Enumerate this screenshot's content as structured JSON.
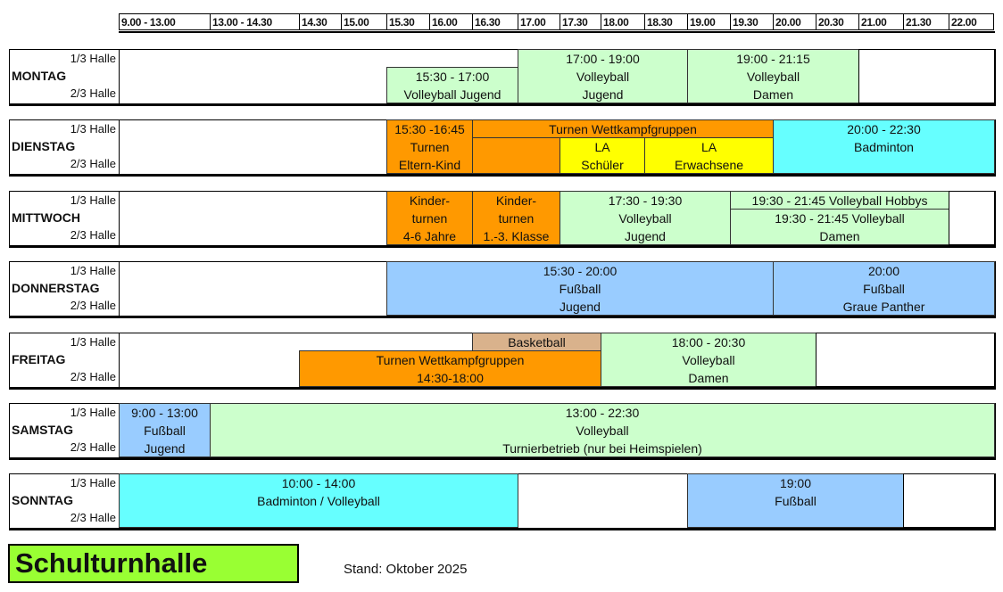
{
  "header": {
    "time_slots": [
      "9.00 - 13.00",
      "13.00 - 14.30",
      "14.30",
      "15.00",
      "15.30",
      "16.00",
      "16.30",
      "17.00",
      "17.30",
      "18.00",
      "18.30",
      "19.00",
      "19.30",
      "20.00",
      "20.30",
      "21.00",
      "21.30",
      "22.00"
    ]
  },
  "slot_labels": {
    "upper": "1/3 Halle",
    "lower": "2/3 Halle"
  },
  "colors": {
    "green": "#ccffcc",
    "orange": "#ff9900",
    "yellow": "#ffff00",
    "cyan": "#66ffff",
    "blue": "#99ccff",
    "tan": "#d9b28c",
    "white": "#ffffff"
  },
  "days": [
    {
      "name": "MONTAG",
      "blocks": [
        {
          "color": "green",
          "lines": [
            "15:30 - 17:00",
            "Volleyball Jugend"
          ]
        },
        {
          "color": "green",
          "lines": [
            "17:00 - 19:00",
            "Volleyball",
            "Jugend"
          ]
        },
        {
          "color": "green",
          "lines": [
            "19:00 - 21:15",
            "Volleyball",
            "Damen"
          ]
        },
        {
          "color": "white",
          "lines": []
        }
      ]
    },
    {
      "name": "DIENSTAG",
      "blocks": [
        {
          "color": "orange",
          "lines": [
            "15:30 -16:45",
            "Turnen",
            "Eltern-Kind"
          ]
        },
        {
          "color": "orange",
          "lines": [
            "Turnen Wettkampfgruppen"
          ]
        },
        {
          "color": "orange",
          "lines": []
        },
        {
          "color": "yellow",
          "lines": [
            "LA",
            "Schüler"
          ]
        },
        {
          "color": "yellow",
          "lines": [
            "LA",
            "Erwachsene"
          ]
        },
        {
          "color": "cyan",
          "lines": [
            "20:00 - 22:30",
            "Badminton"
          ]
        }
      ]
    },
    {
      "name": "MITTWOCH",
      "blocks": [
        {
          "color": "orange",
          "lines": [
            "Kinder-",
            "turnen",
            "4-6 Jahre"
          ]
        },
        {
          "color": "orange",
          "lines": [
            "Kinder-",
            "turnen",
            "1.-3. Klasse"
          ]
        },
        {
          "color": "green",
          "lines": [
            "17:30 - 19:30",
            "Volleyball",
            "Jugend"
          ]
        },
        {
          "color": "green",
          "lines": [
            "19:30 - 21:45 Volleyball Hobbys"
          ]
        },
        {
          "color": "green",
          "lines": [
            "19:30 - 21:45 Volleyball",
            "Damen"
          ]
        },
        {
          "color": "white",
          "lines": []
        }
      ]
    },
    {
      "name": "DONNERSTAG",
      "blocks": [
        {
          "color": "blue",
          "lines": [
            "15:30 - 20:00",
            "Fußball",
            "Jugend"
          ]
        },
        {
          "color": "blue",
          "lines": [
            "20:00",
            "Fußball",
            "Graue Panther"
          ]
        }
      ]
    },
    {
      "name": "FREITAG",
      "blocks": [
        {
          "color": "tan",
          "lines": [
            "Basketball"
          ]
        },
        {
          "color": "orange",
          "lines": [
            "Turnen Wettkampfgruppen",
            "14:30-18:00"
          ]
        },
        {
          "color": "green",
          "lines": [
            "18:00 - 20:30",
            "Volleyball",
            "Damen"
          ]
        },
        {
          "color": "white",
          "lines": []
        }
      ]
    },
    {
      "name": "SAMSTAG",
      "blocks": [
        {
          "color": "blue",
          "lines": [
            "9:00 - 13:00",
            "Fußball",
            "Jugend"
          ]
        },
        {
          "color": "green",
          "lines": [
            "13:00 - 22:30",
            "Volleyball",
            "Turnierbetrieb (nur bei Heimspielen)"
          ]
        }
      ]
    },
    {
      "name": "SONNTAG",
      "blocks": [
        {
          "color": "cyan",
          "lines": [
            "10:00 - 14:00",
            "Badminton  / Volleyball"
          ]
        },
        {
          "color": "blue",
          "lines": [
            "19:00",
            "Fußball"
          ]
        },
        {
          "color": "white",
          "lines": []
        }
      ]
    }
  ],
  "footer": {
    "title": "Schulturnhalle",
    "stand": "Stand: Oktober 2025"
  }
}
